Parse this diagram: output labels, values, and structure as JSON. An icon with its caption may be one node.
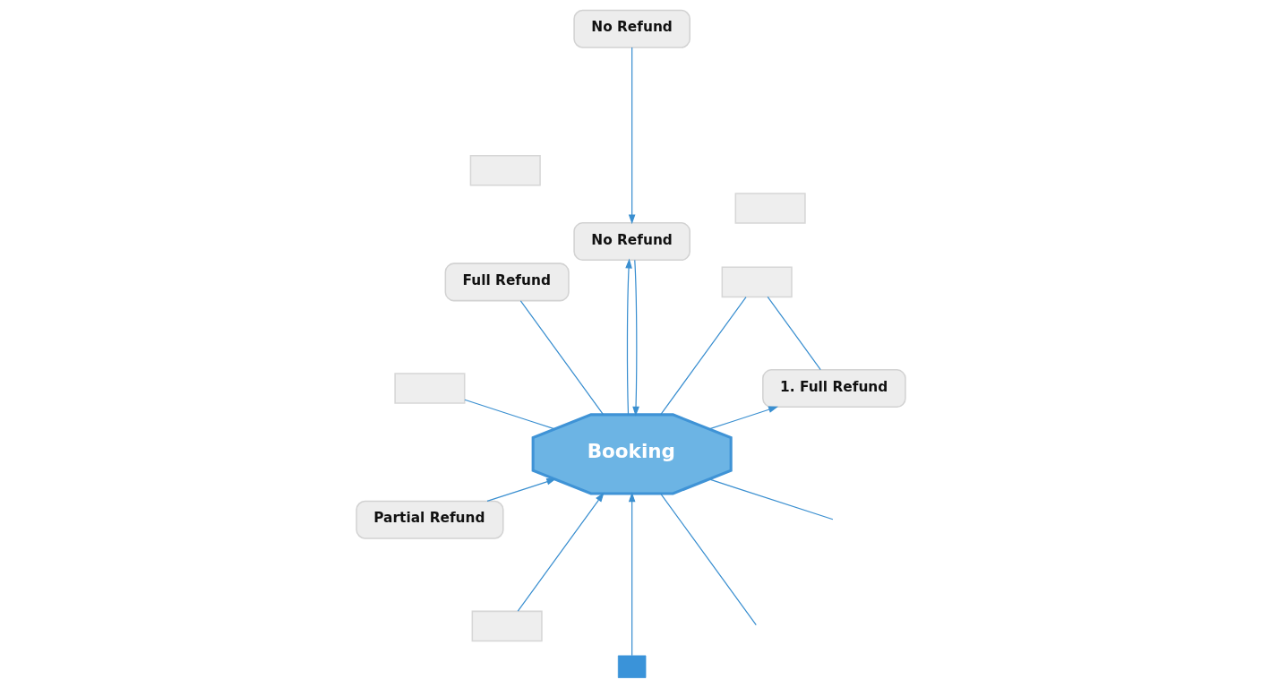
{
  "diagram": {
    "nodes": [
      {
        "text": [
          "Full Refund"
        ]
      },
      {
        "text": [
          "1. Full Refund"
        ]
      },
      {
        "text": [],
        "shape": "box"
      },
      {
        "text": [
          "Partial Refund"
        ]
      },
      {
        "text": [],
        "shape": "box"
      },
      {
        "text": [
          "Booking"
        ]
      },
      {
        "text": [],
        "shape": "box"
      },
      {
        "text": [
          "No Refund"
        ]
      },
      {
        "text": [],
        "shape": "box"
      },
      {
        "text": [
          "No Refund"
        ]
      },
      {
        "text": [],
        "shape": "box"
      },
      {
        "text": [],
        "shape": "box"
      }
    ],
    "edges": [
      {
        "from": 5,
        "to": 1,
        "arrow": "to"
      },
      {
        "from": 1,
        "to": 4,
        "arrow": "none"
      },
      {
        "from": 5,
        "to": 4,
        "arrow": "none"
      },
      {
        "from": 0,
        "to": 5,
        "arrow": "none"
      },
      {
        "from": 2,
        "to": 5,
        "arrow": "none"
      },
      {
        "from": null,
        "to": 5,
        "arrow": "none"
      },
      {
        "from": 3,
        "to": 5,
        "arrow": "to"
      },
      {
        "from": 6,
        "to": 5,
        "arrow": "to"
      },
      {
        "from": null,
        "to": 5,
        "arrow": "none"
      },
      {
        "from": 9,
        "to": 5,
        "arrow": "to"
      },
      {
        "from": 11,
        "to": 5,
        "arrow": "to"
      },
      {
        "from": 5,
        "to": 9,
        "arrow": "to"
      },
      {
        "from": 7,
        "to": 9,
        "arrow": "to"
      }
    ]
  }
}
